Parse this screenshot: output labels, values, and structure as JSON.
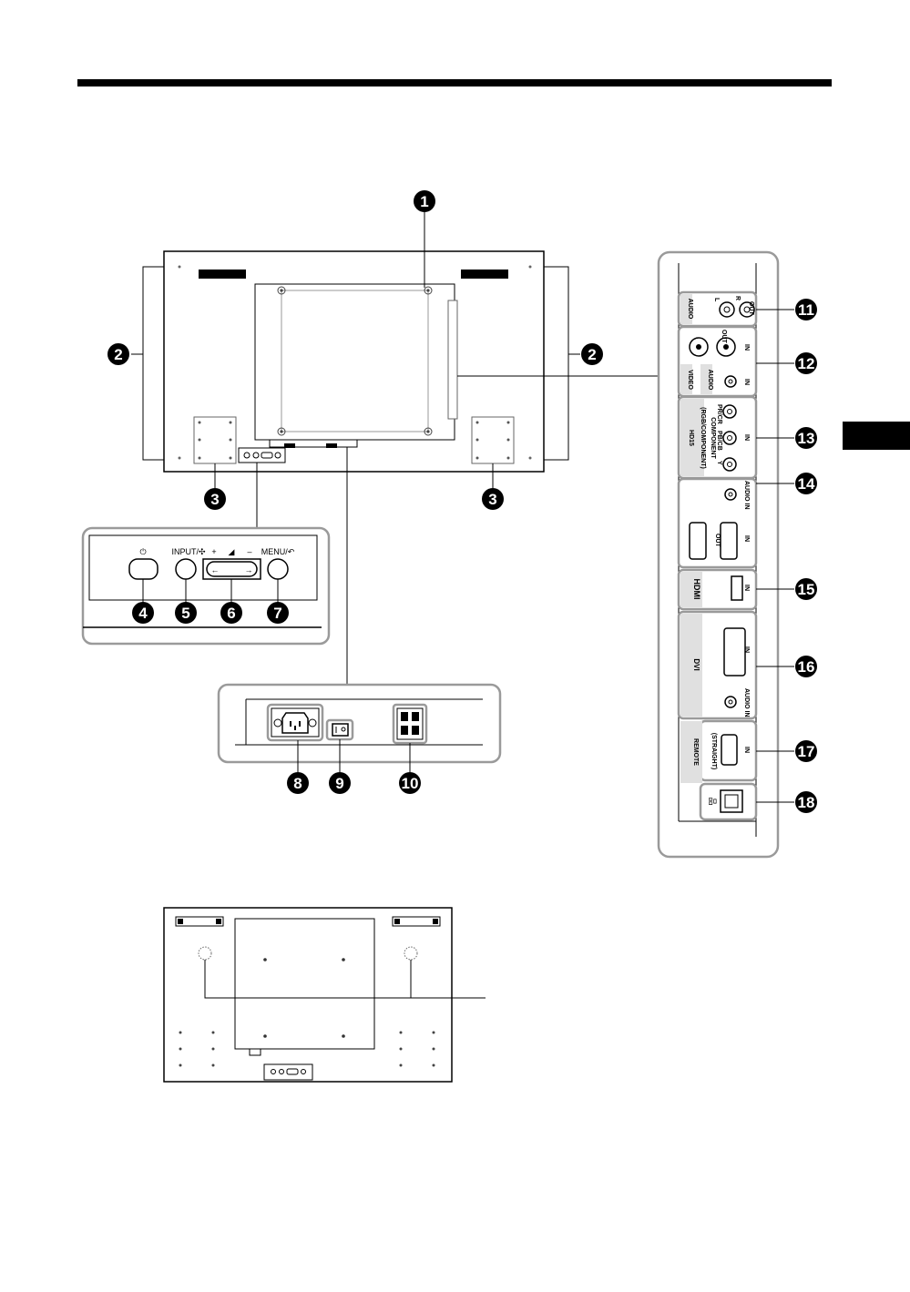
{
  "colors": {
    "ink": "#000000",
    "panel_fill": "#f2f2f2",
    "frame_gray": "#9a9a9a",
    "tab_fill": "#e0e0e0"
  },
  "callouts": [
    "1",
    "2",
    "2",
    "3",
    "3",
    "4",
    "5",
    "6",
    "7",
    "8",
    "9",
    "10",
    "11",
    "12",
    "13",
    "14",
    "15",
    "16",
    "17",
    "18"
  ],
  "front_controls": {
    "power_symbol": "⏻",
    "input_label": "INPUT/✣",
    "plus": "+",
    "volume_symbol": "◢",
    "minus": "–",
    "menu_label": "MENU/↶",
    "left_arrow": "←",
    "right_arrow": "→"
  },
  "rear_labels": {
    "audio": "AUDIO",
    "l": "L",
    "r": "R",
    "out": "OUT",
    "in": "IN",
    "video": "VIDEO",
    "hd15_line1": "HD15",
    "hd15_line2": "(RGB/COMPONENT)",
    "component": "COMPONENT",
    "pr_cr": "PR/CR",
    "pb_cb": "PB/CB",
    "y": "Y",
    "audio_in": "AUDIO IN",
    "hdmi": "HDMI",
    "dvi": "DVI",
    "remote": "REMOTE",
    "straight": "(STRAIGHT)",
    "lan_symbol": "品"
  }
}
